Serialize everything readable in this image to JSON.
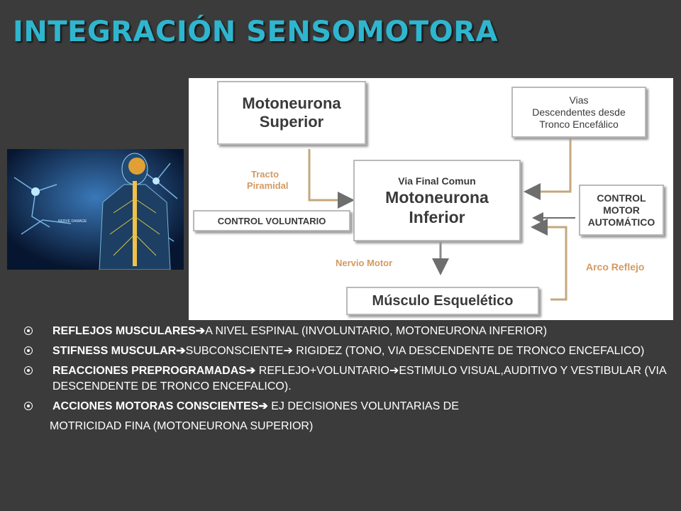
{
  "slide": {
    "title": "INTEGRACIÓN SENSOMOTORA"
  },
  "diagram": {
    "upper_box_line1": "Motoneurona",
    "upper_box_line2": "Superior",
    "vias_line1": "Vias",
    "vias_line2": "Descendentes desde",
    "vias_line3": "Tronco Encefálico",
    "tracto_line1": "Tracto",
    "tracto_line2": "Piramidal",
    "center_line1": "Via Final Comun",
    "center_line2": "Motoneurona",
    "center_line3": "Inferior",
    "control_voluntario": "CONTROL VOLUNTARIO",
    "control_motor_line1": "CONTROL",
    "control_motor_line2": "MOTOR",
    "control_motor_line3": "AUTOMÁTICO",
    "nervio_motor": "Nervio Motor",
    "arco_reflejo": "Arco Reflejo",
    "musculo": "Músculo Esquelético"
  },
  "image": {
    "caption": "NERVE DAMAGE"
  },
  "bullets": [
    {
      "bold": "REFLEJOS MUSCULARES",
      "arrow": "➔",
      "rest": "A NIVEL ESPINAL (INVOLUNTARIO, MOTONEURONA INFERIOR)"
    },
    {
      "bold": "STIFNESS MUSCULAR",
      "arrow": "➔",
      "rest": "SUBCONSCIENTE➔ RIGIDEZ  (TONO, VIA DESCENDENTE DE TRONCO ENCEFALICO)"
    },
    {
      "bold": "REACCIONES PREPROGRAMADAS",
      "arrow": "➔",
      "rest": " REFLEJO+VOLUNTARIO➔ESTIMULO VISUAL,AUDITIVO Y VESTIBULAR (VIA DESCENDENTE DE TRONCO ENCEFALICO)."
    },
    {
      "bold": "ACCIONES MOTORAS CONSCIENTES",
      "arrow": "➔",
      "rest": " EJ DECISIONES VOLUNTARIAS DE"
    }
  ],
  "last_line": "MOTRICIDAD FINA (MOTONEURONA SUPERIOR)"
}
